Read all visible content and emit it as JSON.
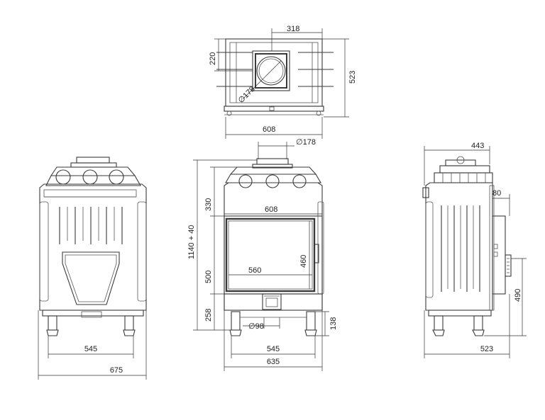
{
  "top_view": {
    "width_318": "318",
    "height_220": "220",
    "depth_523": "523",
    "flue_diameter": "∅178",
    "width_608": "608"
  },
  "front_view": {
    "flue_diameter": "∅178",
    "total_height": "1140 + 40",
    "top_height": "330",
    "opening_width": "608",
    "glass_width": "560",
    "glass_height": "460",
    "door_height": "500",
    "base_height": "258",
    "inlet_diameter": "∅98",
    "leg_height": "138",
    "leg_span": "545",
    "base_width": "635"
  },
  "back_view": {
    "leg_span": "545",
    "total_width": "675"
  },
  "side_view": {
    "top_depth": "443",
    "offset_80": "80",
    "height_490": "490",
    "total_depth": "523"
  }
}
